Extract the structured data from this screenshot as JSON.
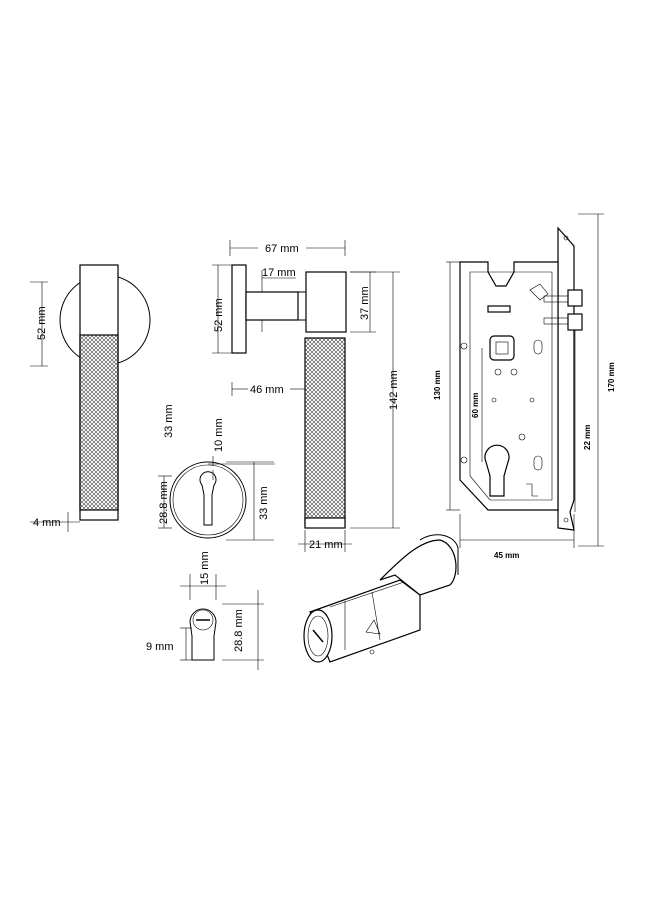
{
  "dimensions": {
    "handle_front_rose": "52 mm",
    "handle_front_base": "4 mm",
    "side_width": "67 mm",
    "side_neck": "17 mm",
    "side_rose": "52 mm",
    "side_top": "37 mm",
    "side_total": "142 mm",
    "side_offset": "46 mm",
    "side_grip": "21 mm",
    "escutcheon_dia": "33 mm",
    "escutcheon_top": "10 mm",
    "escutcheon_keyhole_h": "28.8 mm",
    "escutcheon_right": "33 mm",
    "cyl_width": "15 mm",
    "cyl_bottom": "9 mm",
    "cyl_height": "28.8 mm",
    "lock_body": "130 mm",
    "lock_centers": "60 mm",
    "lock_faceplate": "170 mm",
    "lock_bottom": "22 mm",
    "lock_backset": "45 mm"
  },
  "colors": {
    "line": "#000000",
    "background": "#ffffff"
  }
}
